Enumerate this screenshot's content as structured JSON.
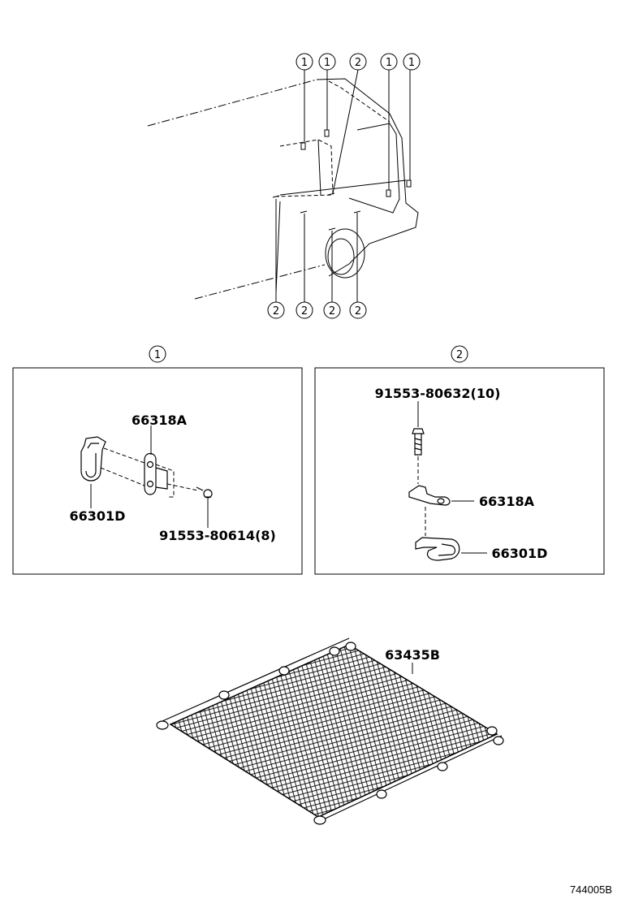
{
  "callouts": {
    "top": [
      "1",
      "1",
      "2",
      "1",
      "1"
    ],
    "bottom": [
      "2",
      "2",
      "2",
      "2"
    ],
    "box1_marker": "1",
    "box2_marker": "2"
  },
  "box1": {
    "bracket_label": "66318A",
    "hook_label": "66301D",
    "screw_label": "91553-80614(8)"
  },
  "box2": {
    "bolt_label": "91553-80632(10)",
    "bracket_label": "66318A",
    "hook_label": "66301D"
  },
  "net": {
    "label": "63435B"
  },
  "figure_code": "744005B"
}
